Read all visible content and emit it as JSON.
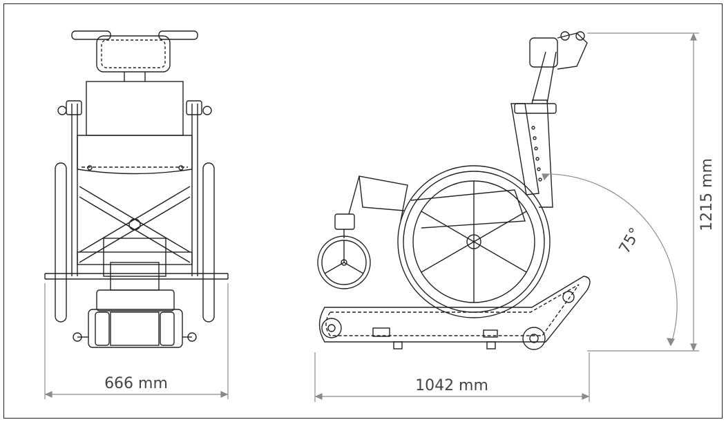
{
  "dimensions": {
    "front_width": "666 mm",
    "side_length": "1042 mm",
    "height": "1215 mm",
    "angle": "75°"
  },
  "colors": {
    "line": "#222222",
    "dimension": "#8a8a8a",
    "text": "#444444"
  }
}
